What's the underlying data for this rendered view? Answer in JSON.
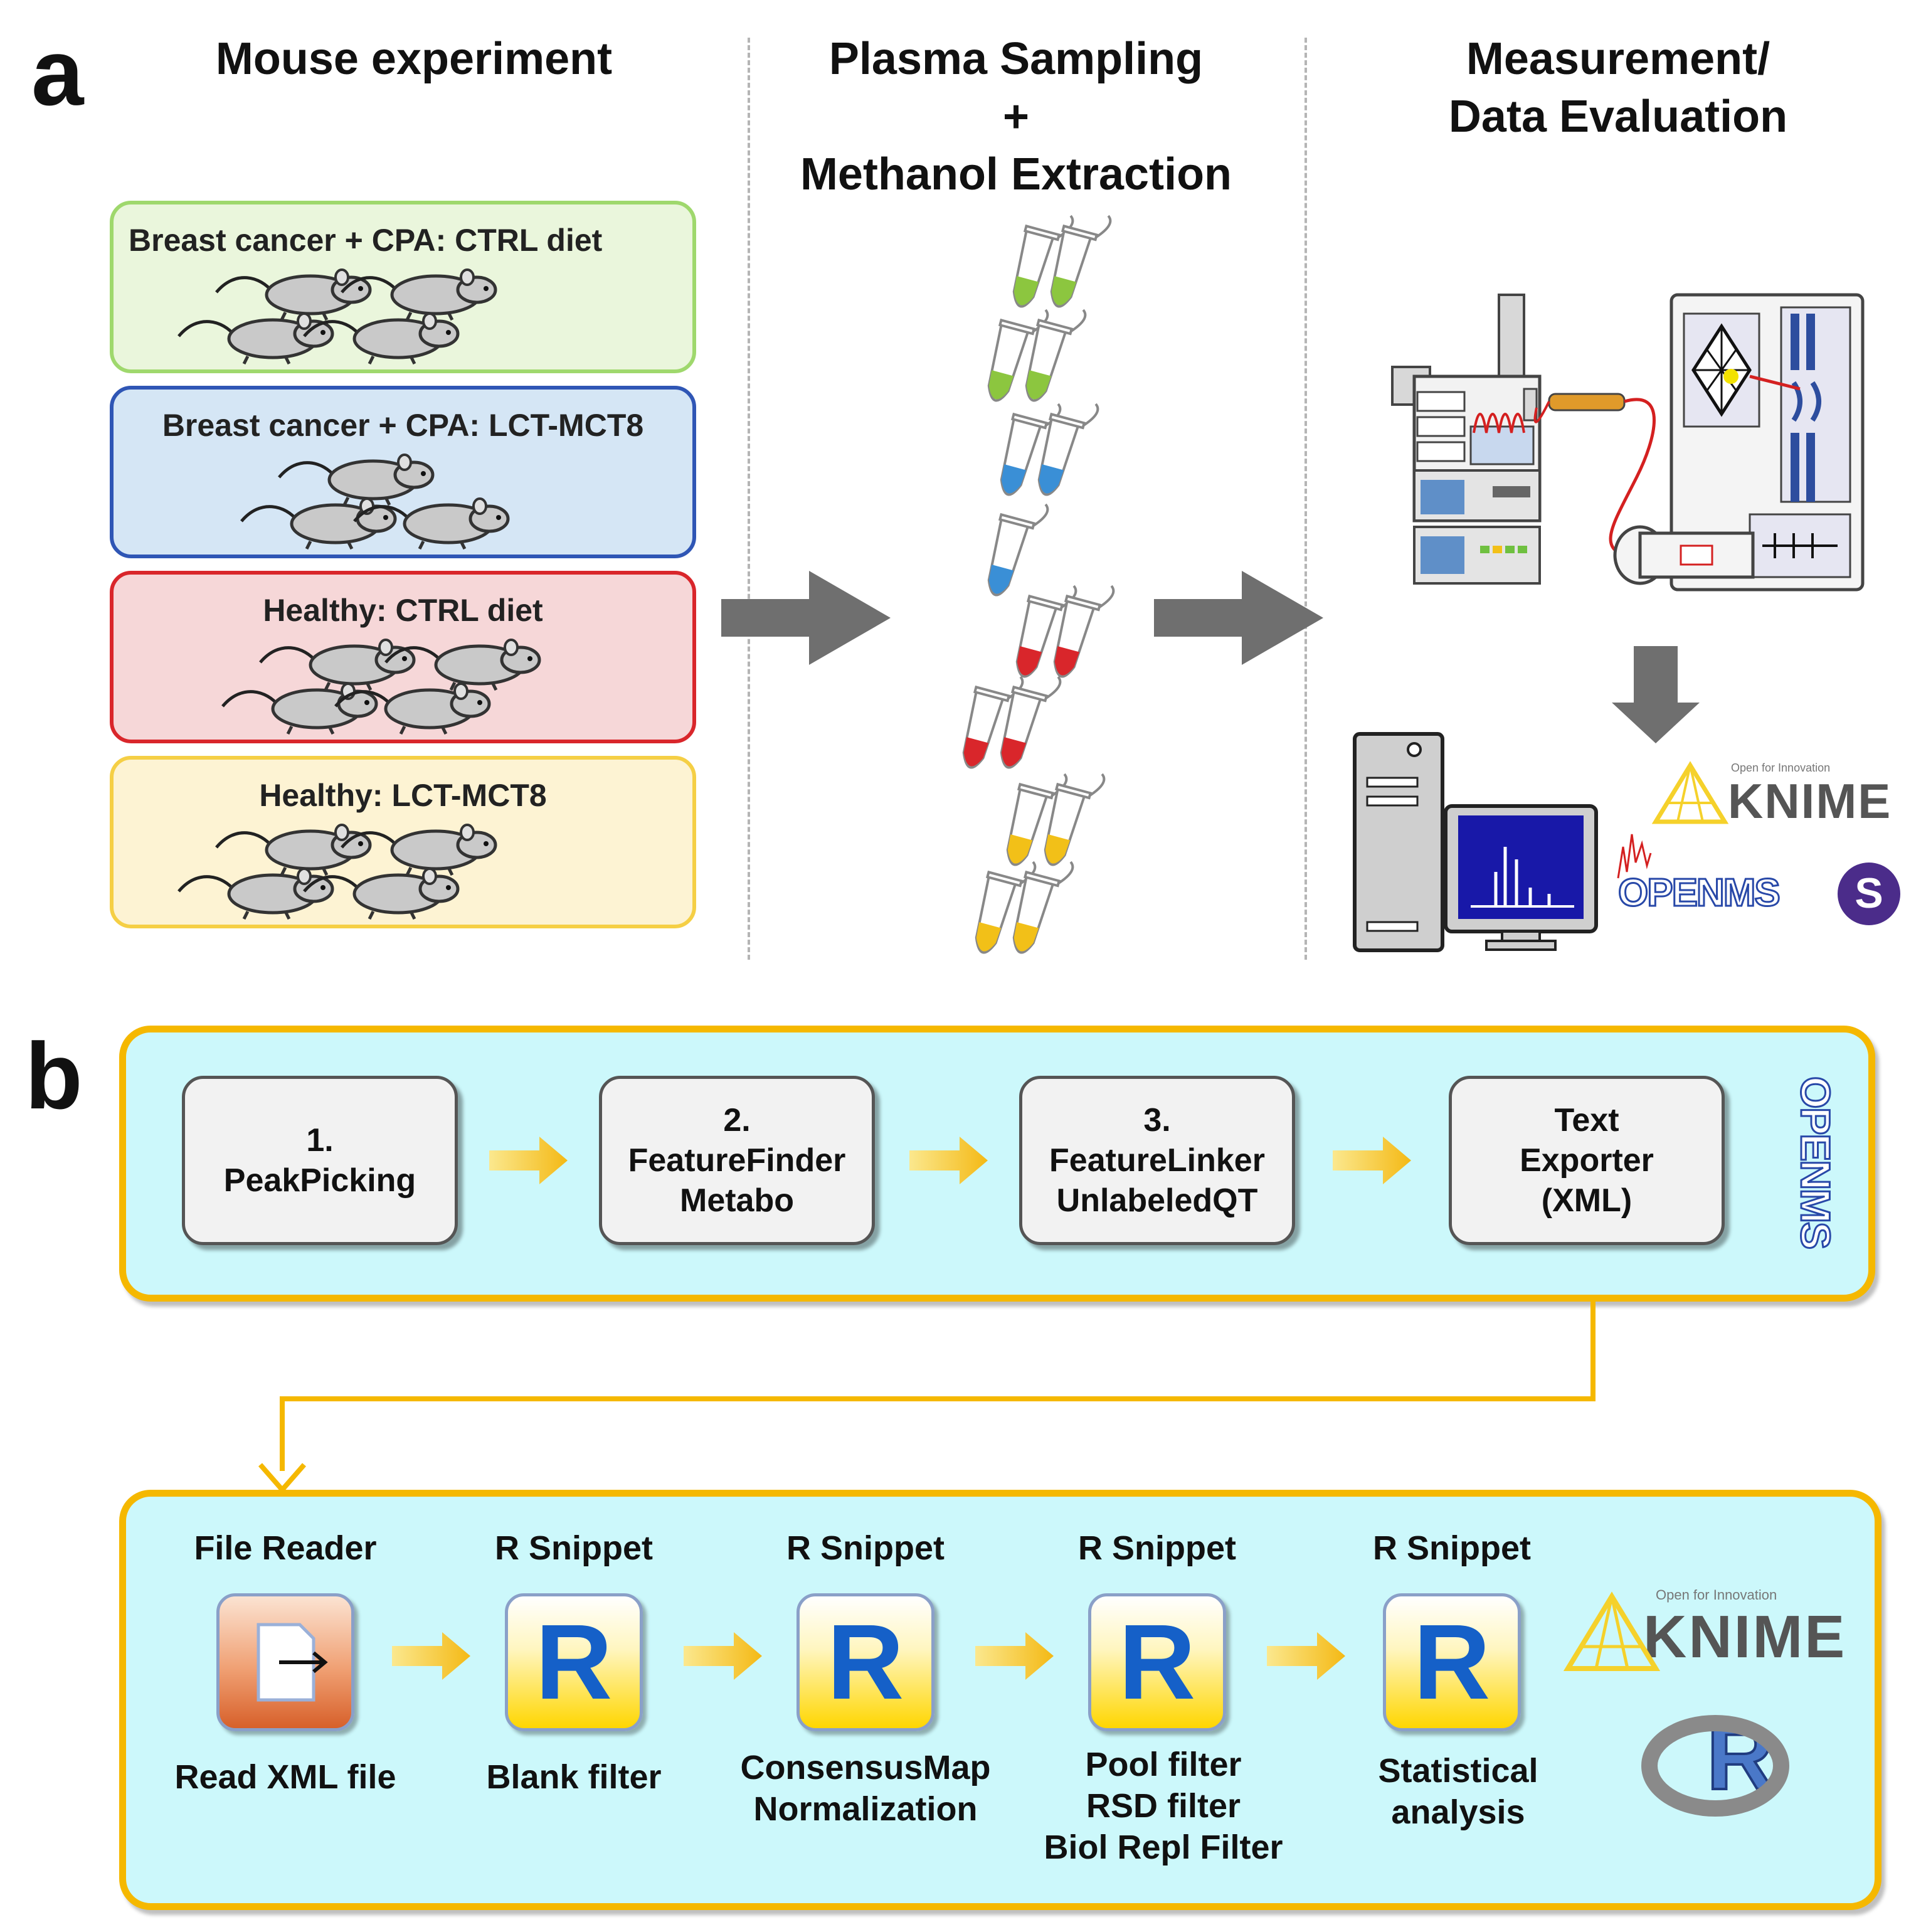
{
  "panel_a": {
    "letter": "a",
    "col1_title": "Mouse experiment",
    "col2_title_lines": [
      "Plasma Sampling",
      "+",
      "Methanol Extraction"
    ],
    "col3_title_lines": [
      "Measurement/",
      "Data Evaluation"
    ],
    "groups": [
      {
        "label": "Breast cancer + CPA: CTRL diet",
        "border": "#9fd86d",
        "fill": "#eaf6dc",
        "tube": "#8cc63f"
      },
      {
        "label": "Breast cancer + CPA: LCT-MCT8",
        "border": "#2f56b5",
        "fill": "#d5e6f5",
        "tube": "#3a8fd6"
      },
      {
        "label": "Healthy: CTRL diet",
        "border": "#d9262b",
        "fill": "#f6d7d8",
        "tube": "#d9262b"
      },
      {
        "label": "Healthy: LCT-MCT8",
        "border": "#f5cf45",
        "fill": "#fdf3d3",
        "tube": "#f2c018"
      }
    ],
    "software_logos": {
      "knime_tagline": "Open for Innovation",
      "knime": "KNIME",
      "openms": "OPENMS",
      "s_badge": "S"
    }
  },
  "panel_b": {
    "letter": "b",
    "openms_steps": [
      {
        "num": "1.",
        "lines": [
          "PeakPicking"
        ]
      },
      {
        "num": "2.",
        "lines": [
          "FeatureFinder",
          "Metabo"
        ]
      },
      {
        "num": "3.",
        "lines": [
          "FeatureLinker",
          "UnlabeledQT"
        ]
      },
      {
        "num": "",
        "lines": [
          "Text",
          "Exporter",
          "(XML)"
        ]
      }
    ],
    "openms_vertical_logo": "OPENMS",
    "knime_nodes": [
      {
        "title": "File Reader",
        "icon": "file-reader-icon",
        "desc_lines": [
          "Read XML file"
        ]
      },
      {
        "title": "R Snippet",
        "icon": "r-icon",
        "glyph": "R",
        "desc_lines": [
          "Blank filter"
        ]
      },
      {
        "title": "R Snippet",
        "icon": "r-icon",
        "glyph": "R",
        "desc_lines": [
          "ConsensusMap",
          "Normalization"
        ]
      },
      {
        "title": "R Snippet",
        "icon": "r-icon",
        "glyph": "R",
        "desc_lines": [
          "Pool filter",
          "RSD filter",
          "Biol Repl Filter"
        ]
      },
      {
        "title": "R Snippet",
        "icon": "r-icon",
        "glyph": "R",
        "desc_lines": [
          "Statistical",
          "analysis"
        ]
      }
    ],
    "knime_logo": {
      "tagline": "Open for Innovation",
      "name": "KNIME"
    },
    "r_logo_glyph": "R"
  },
  "colors": {
    "flow_arrow": "#6f6f6f",
    "panel_fill": "#ccf8fb",
    "panel_border": "#f5b800",
    "chevron": "#f7c51e"
  }
}
